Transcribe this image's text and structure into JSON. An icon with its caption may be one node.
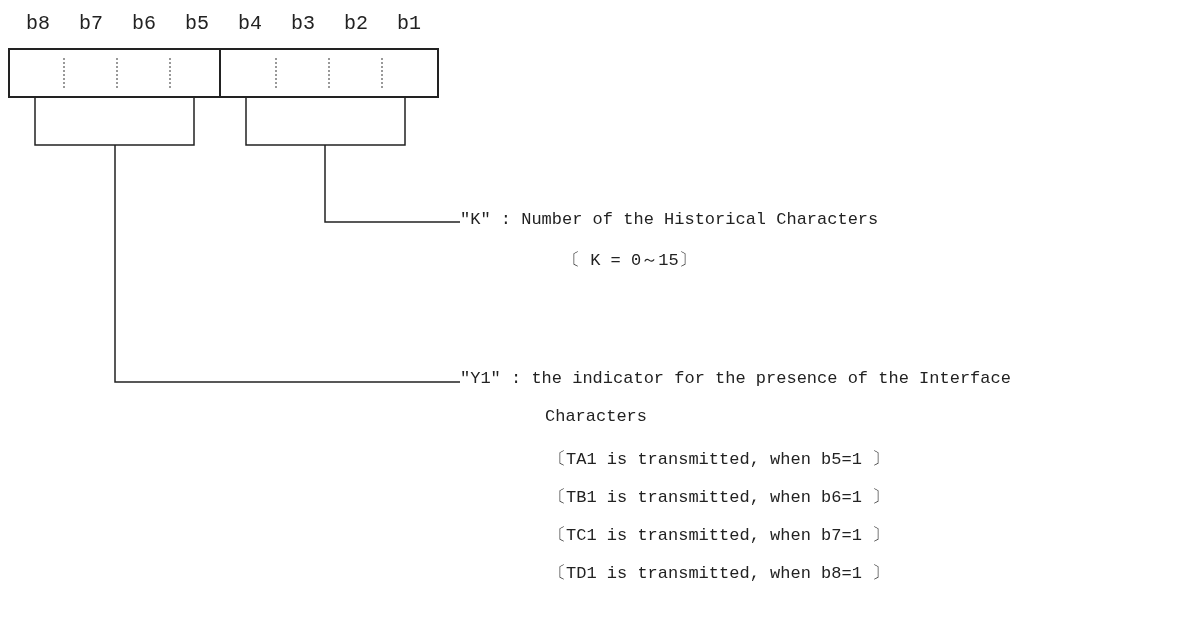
{
  "diagram": {
    "nodes": [
      {
        "text": [],
        "shape": "box"
      },
      {
        "text": [],
        "shape": "box"
      },
      {
        "text": [
          "\"K\" : Number of the Historical Characters",
          "〔 K = 0～15〕"
        ]
      },
      {
        "text": [
          "\"Y1\" : the indicator for the presence of the Interface Characters",
          "〔TA1 is transmitted, when b5=1 〕",
          "〔TB1 is transmitted, when b6=1 〕",
          "〔TC1 is transmitted, when b7=1 〕",
          "〔TD1 is transmitted, when b8=1 〕"
        ]
      }
    ],
    "edges": [
      {
        "from": 1,
        "to": 2,
        "arrow": "none"
      },
      {
        "from": 0,
        "to": 3,
        "arrow": "none"
      }
    ],
    "labels": [
      "b8",
      "b7",
      "b6",
      "b5",
      "b4",
      "b3",
      "b2",
      "b1"
    ]
  }
}
